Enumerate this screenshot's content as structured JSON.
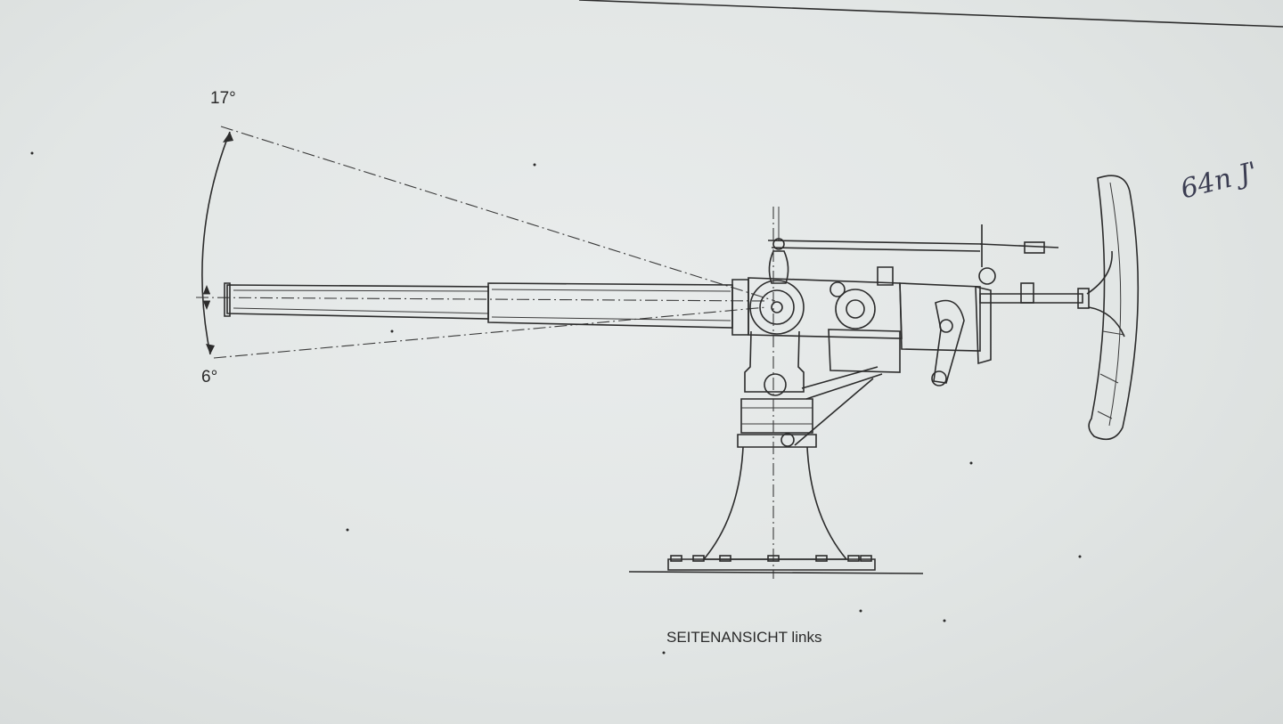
{
  "drawing": {
    "caption": "SEITENANSICHT links",
    "elevation_angle": "17°",
    "depression_angle": "6°",
    "handwritten_note": "64n J'"
  }
}
